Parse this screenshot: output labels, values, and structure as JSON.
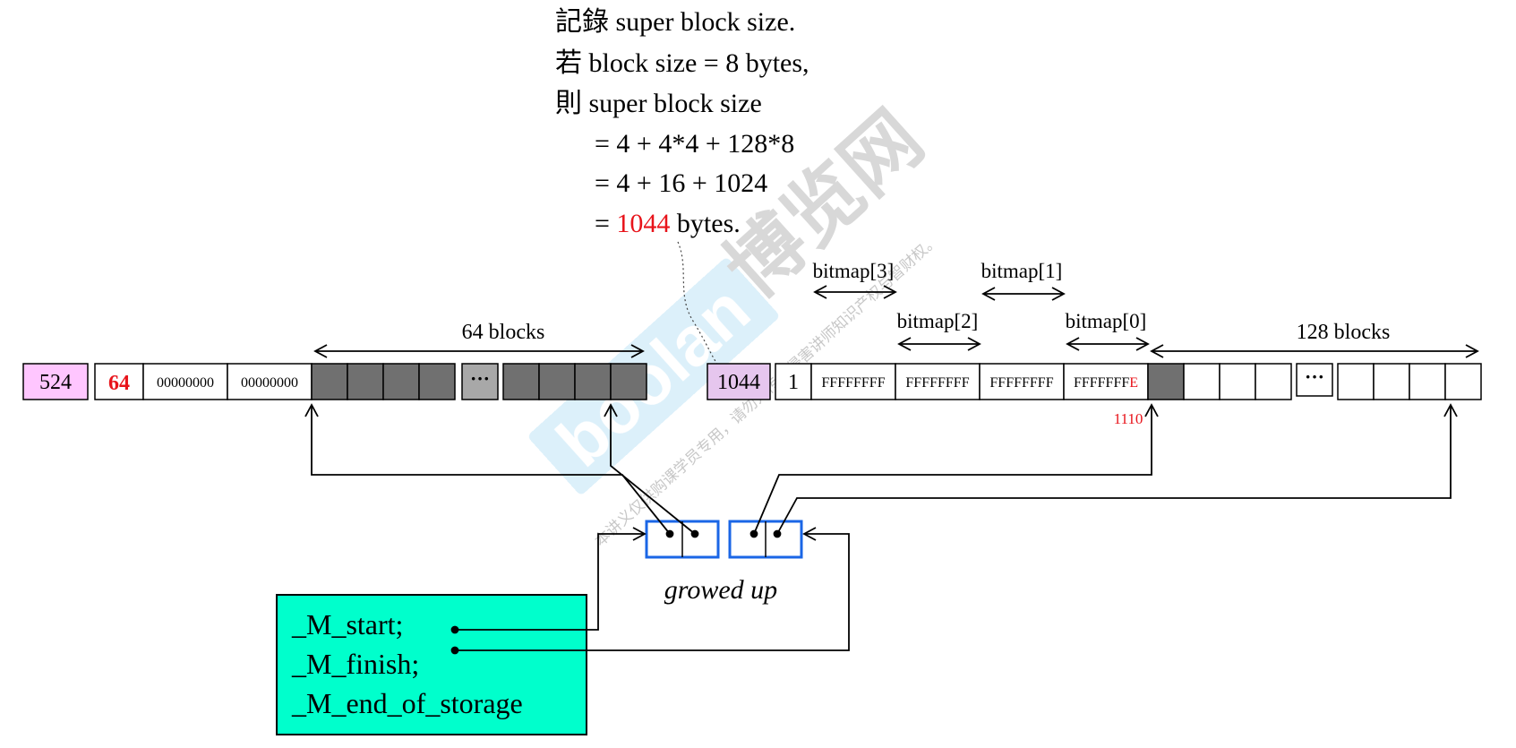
{
  "note": {
    "line1": "記錄 super block size.",
    "line2": "若 block  size = 8 bytes,",
    "line3": "則 super block size",
    "line4": "= 4 + 4*4 + 128*8",
    "line5": "= 4 + 16 + 1024",
    "line6_prefix": "= ",
    "line6_value": "1044",
    "line6_suffix": " bytes."
  },
  "left_block": {
    "size_value": "524",
    "count_value": "64",
    "word_a": "00000000",
    "word_b": "00000000",
    "ellipsis": "···",
    "span_label": "64 blocks"
  },
  "right_block": {
    "size_value": "1044",
    "count_value": "1",
    "bitmap_3_value": "FFFFFFFF",
    "bitmap_2_value": "FFFFFFFF",
    "bitmap_1_value": "FFFFFFFF",
    "bitmap_0_value_prefix": "FFFFFFF",
    "bitmap_0_value_last": "E",
    "bit_marker": "1110",
    "ellipsis": "···",
    "span_label": "128 blocks"
  },
  "bitmap_labels": {
    "b3": "bitmap[3]",
    "b2": "bitmap[2]",
    "b1": "bitmap[1]",
    "b0": "bitmap[0]"
  },
  "vector_label": "growed up",
  "struct_box": {
    "field1": "_M_start;",
    "field2": "_M_finish;",
    "field3": "_M_end_of_storage"
  },
  "watermark": {
    "brand_latin": "boolan",
    "brand_cjk": "博览网",
    "notice": "本讲义仅供购课学员专用，请勿外传。侵害讲师知识产权与智财权。"
  },
  "colors": {
    "pink": "#ffc6ff",
    "gray_block": "#707070",
    "gray_dots": "#a8a8a8",
    "red": "#e8141b",
    "teal": "#00ffcc",
    "blue": "#1a66e6",
    "watermark_blue": "#5ab4e6"
  }
}
